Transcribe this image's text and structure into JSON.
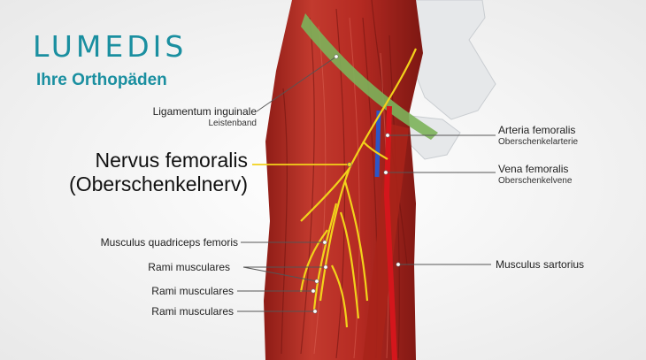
{
  "brand": {
    "logo": "LUMEDIS",
    "tagline": "Ihre Orthopäden"
  },
  "labels": {
    "ligamentum": {
      "title": "Ligamentum inguinale",
      "sub": "Leistenband"
    },
    "nervus": {
      "line1": "Nervus femoralis",
      "line2": "(Oberschenkelnerv)"
    },
    "quadriceps": "Musculus quadriceps femoris",
    "rami": [
      "Rami musculares",
      "Rami musculares",
      "Rami musculares"
    ],
    "arteria": {
      "title": "Arteria femoralis",
      "sub": "Oberschenkelarterie"
    },
    "vena": {
      "title": "Vena femoralis",
      "sub": "Oberschenkelvene"
    },
    "sartorius": "Musculus sartorius"
  },
  "colors": {
    "brand": "#1a8fa0",
    "nerve": "#f2d21b",
    "muscle": "#b52a22",
    "artery": "#d4161c",
    "vein": "#2c56c8",
    "ligament": "#7cb35a",
    "bone": "#e6e8ea"
  }
}
